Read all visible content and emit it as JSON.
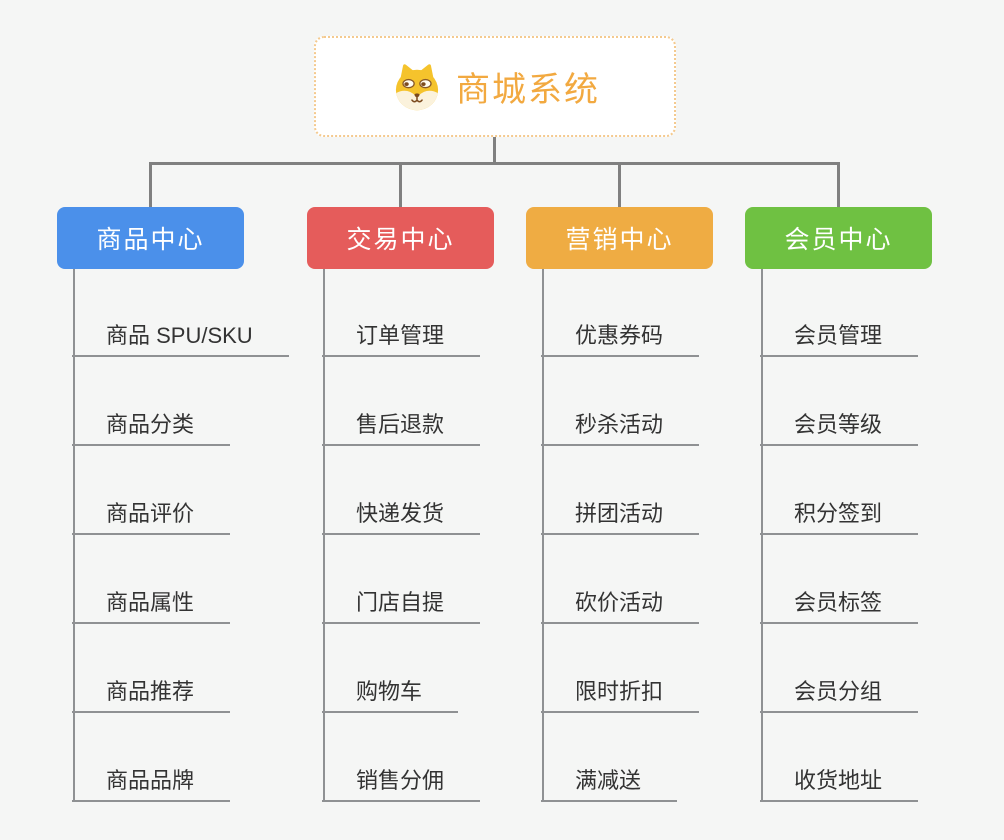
{
  "root": {
    "title": "商城系统",
    "icon": "dog-icon",
    "text_color": "#F2A940",
    "border_color": "#F4CA8F"
  },
  "branches": [
    {
      "id": "product",
      "label": "商品中心",
      "color": "#4B90EA",
      "children": [
        "商品 SPU/SKU",
        "商品分类",
        "商品评价",
        "商品属性",
        "商品推荐",
        "商品品牌"
      ]
    },
    {
      "id": "trade",
      "label": "交易中心",
      "color": "#E55C5B",
      "children": [
        "订单管理",
        "售后退款",
        "快递发货",
        "门店自提",
        "购物车",
        "销售分佣"
      ]
    },
    {
      "id": "marketing",
      "label": "营销中心",
      "color": "#EFAC43",
      "children": [
        "优惠券码",
        "秒杀活动",
        "拼团活动",
        "砍价活动",
        "限时折扣",
        "满减送"
      ]
    },
    {
      "id": "member",
      "label": "会员中心",
      "color": "#6FC142",
      "children": [
        "会员管理",
        "会员等级",
        "积分签到",
        "会员标签",
        "会员分组",
        "收货地址"
      ]
    }
  ],
  "colors": {
    "background": "#F5F6F5",
    "connector": "#808080",
    "child_line": "#8F9193",
    "child_text": "#333333"
  }
}
